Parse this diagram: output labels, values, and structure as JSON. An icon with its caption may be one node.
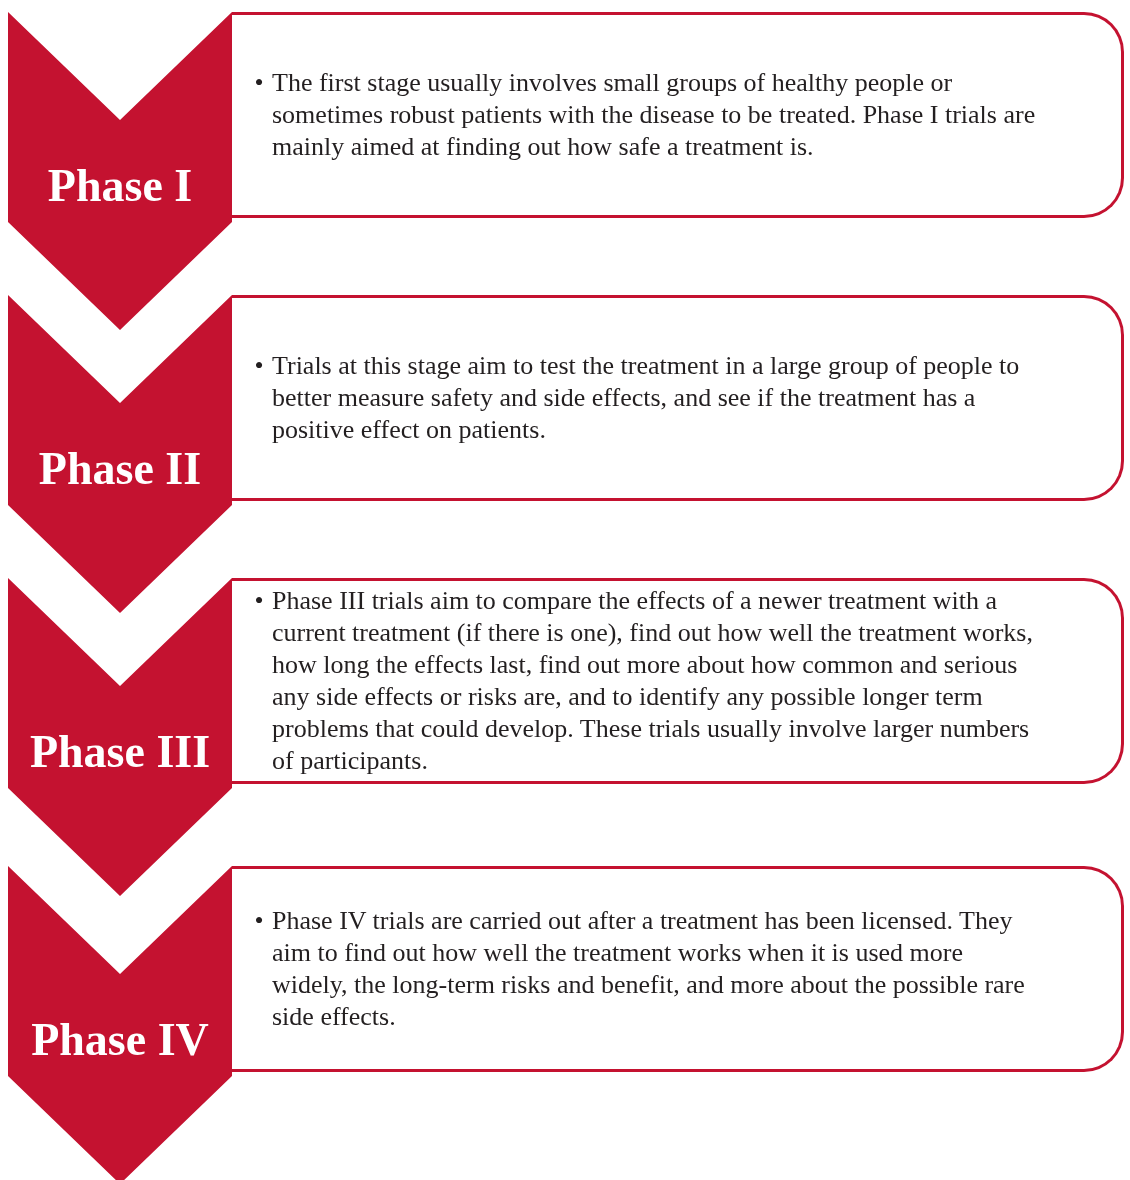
{
  "diagram": {
    "nodes": [
      {
        "text": [
          "Phase I"
        ]
      },
      {
        "text": [
          "•",
          "The first stage usually involves small groups of healthy people or sometimes robust patients with the disease to be treated. Phase I trials are mainly aimed at finding out how safe a treatment is."
        ]
      },
      {
        "text": [
          "Phase II"
        ]
      },
      {
        "text": [
          "•",
          "Trials at this stage aim to test the treatment in a large group of people to better measure safety and side effects, and see if the treatment has a positive effect on patients."
        ]
      },
      {
        "text": [
          "Phase III"
        ]
      },
      {
        "text": [
          "•",
          "Phase III trials aim to compare the effects of a newer treatment with a current treatment (if there is one), find out how well the treatment works, how long the effects last, find out more about how common and serious any side effects or risks are, and to identify any possible longer term problems that could develop. These trials usually involve larger numbers of participants."
        ]
      },
      {
        "text": [
          "Phase IV"
        ]
      },
      {
        "text": [
          "•",
          "Phase IV trials are carried out after a treatment has been licensed. They aim to find out how well the treatment works when it is used more widely, the long-term risks and benefit, and more about the possible rare side effects."
        ]
      }
    ],
    "edges": []
  }
}
